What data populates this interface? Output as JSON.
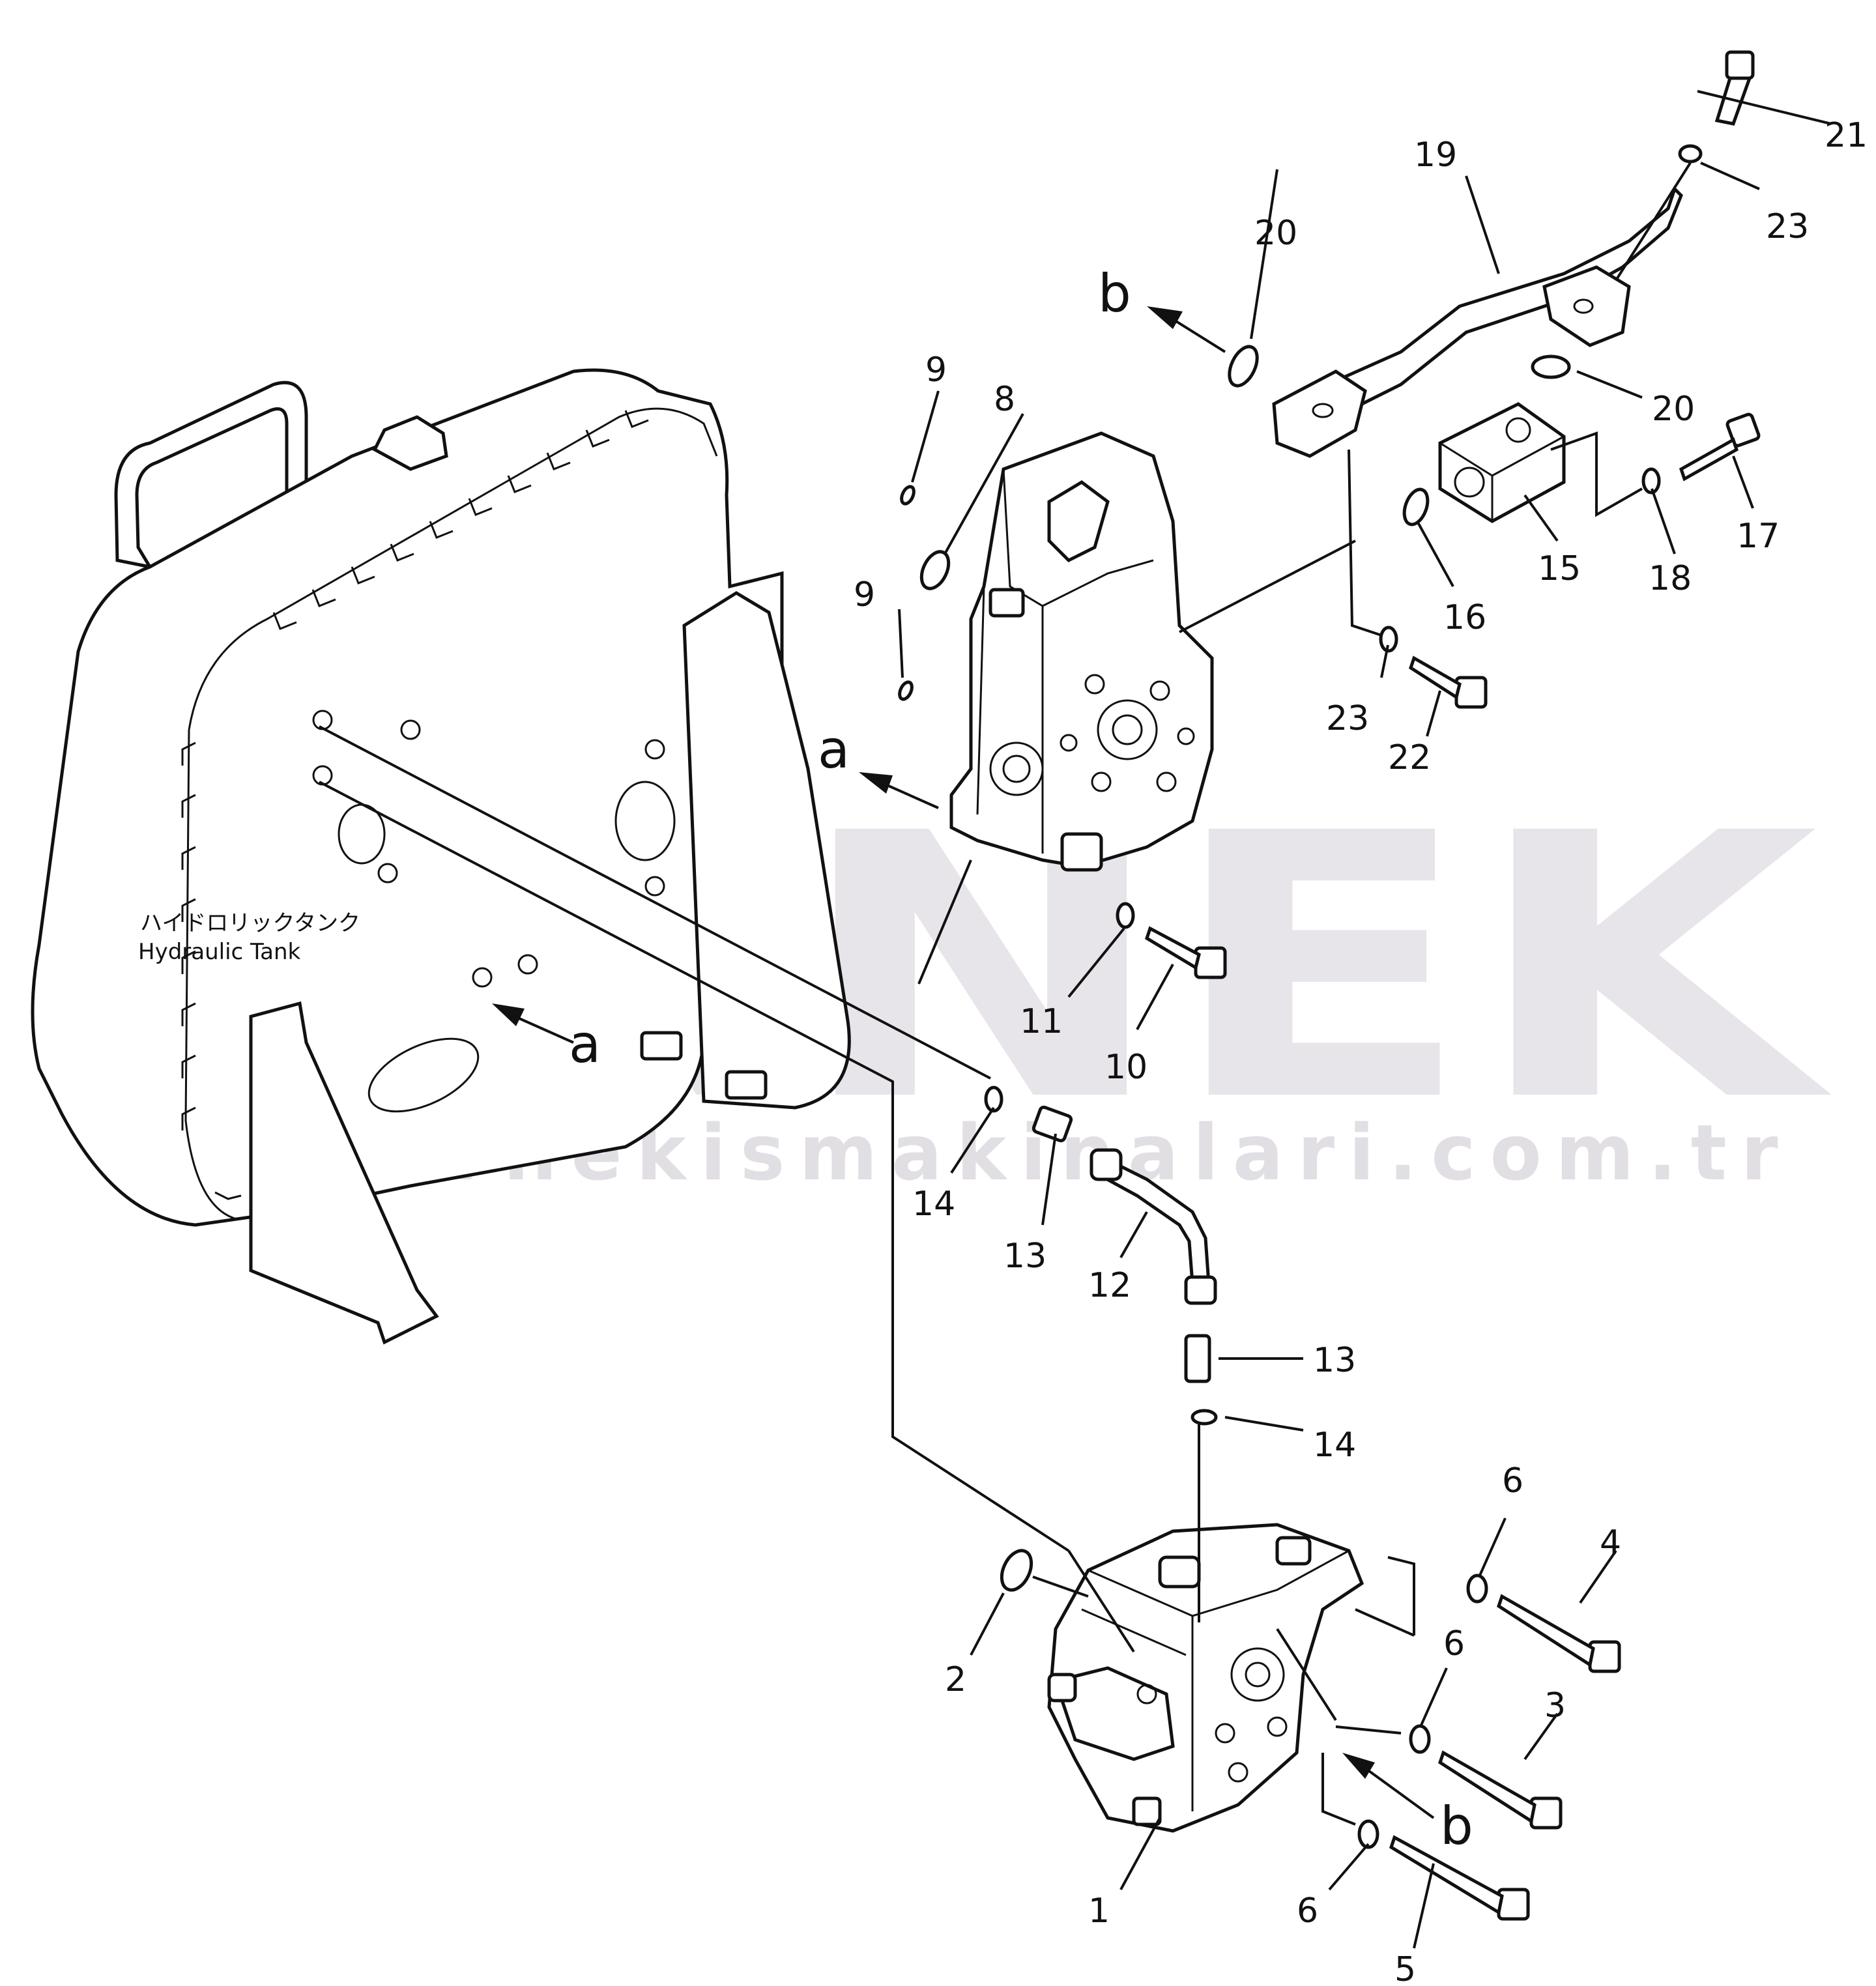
{
  "tank_label": {
    "jp": "ハイドロリックタンク",
    "en": "Hydraulic  Tank"
  },
  "watermark": {
    "word": "ÖRNEK",
    "url": "www.ornekismakinalari.com.tr"
  },
  "flow_letters": {
    "a1": "a",
    "a2": "a",
    "b1": "b",
    "b2": "b"
  },
  "callouts": {
    "p1": "1",
    "p2": "2",
    "p3": "3",
    "p4": "4",
    "p5": "5",
    "p6a": "6",
    "p6b": "6",
    "p6c": "6",
    "p8": "8",
    "p9a": "9",
    "p9b": "9",
    "p10": "10",
    "p11": "11",
    "p12": "12",
    "p13a": "13",
    "p13b": "13",
    "p14a": "14",
    "p14b": "14",
    "p15": "15",
    "p16": "16",
    "p17": "17",
    "p18": "18",
    "p19": "19",
    "p20a": "20",
    "p20b": "20",
    "p21": "21",
    "p22": "22",
    "p23a": "23",
    "p23b": "23"
  },
  "colors": {
    "line": "#111111",
    "watermark": "#e2e0e6",
    "accent": "#f2c93a"
  }
}
